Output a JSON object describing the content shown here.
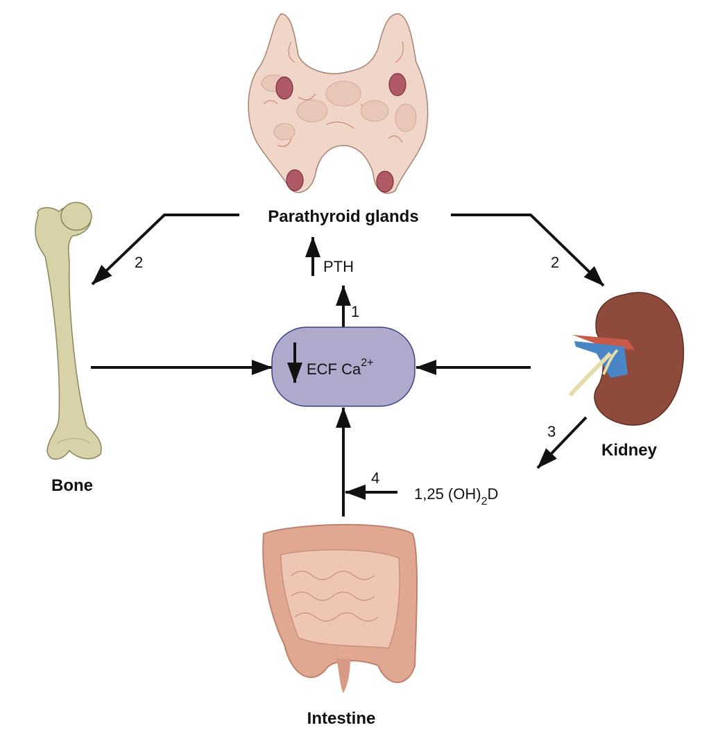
{
  "labels": {
    "parathyroid": "Parathyroid glands",
    "bone": "Bone",
    "kidney": "Kidney",
    "intestine": "Intestine",
    "pth": "PTH",
    "ecf": "ECF Ca",
    "ecf_superscript": "2+",
    "vitd_main": "1,25 (OH)",
    "vitd_sub": "2",
    "vitd_end": "D"
  },
  "steps": {
    "step1": "1",
    "step2_left": "2",
    "step2_right": "2",
    "step3": "3",
    "step4": "4"
  },
  "colors": {
    "ecf_box_fill": "#aeaacb",
    "ecf_box_stroke": "#3c3f8a",
    "arrow": "#111111"
  }
}
